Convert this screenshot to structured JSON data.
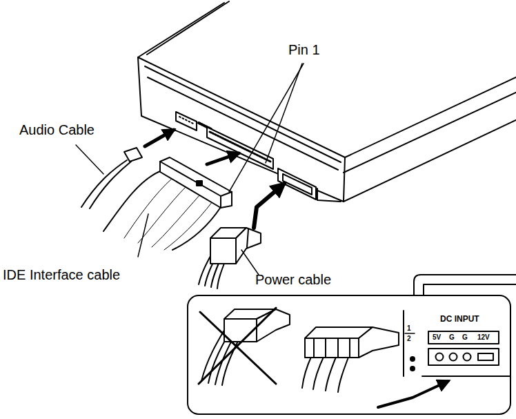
{
  "diagram": {
    "labels": [
      "Pin 1",
      "Audio Cable",
      "IDE Interface cable",
      "Power cable",
      "DC INPUT",
      "1",
      "2",
      "5V",
      "G",
      "G",
      "12V"
    ]
  }
}
